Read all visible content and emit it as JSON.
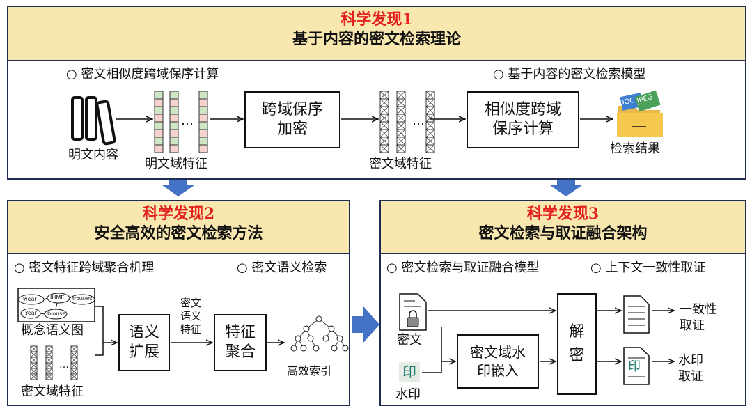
{
  "panel1": {
    "title_red": "科学发现1",
    "title": "基于内容的密文检索理论",
    "bullet_left": "○ 密文相似度跨域保序计算",
    "bullet_right": "○ 基于内容的密文检索模型",
    "plaintext_label": "明文内容",
    "plain_feature_label": "明文域特征",
    "box_encrypt": "跨域保序\n加密",
    "cipher_feature_label": "密文域特征",
    "box_similarity": "相似度跨域\n保序计算",
    "result_label": "检索结果",
    "doc_tag": "DOC",
    "jpeg_tag": "JPEG",
    "dots": "…"
  },
  "panel2": {
    "title_red": "科学发现2",
    "title": "安全高效的密文检索方法",
    "bullet_left": "○ 密文特征跨域聚合机理",
    "bullet_right": "○ 密文语义检索",
    "graph_nodes": [
      "wear",
      "IHME",
      "trousers",
      "Year",
      "blouse"
    ],
    "graph_label": "概念语义图",
    "cipher_feature_label": "密文域特征",
    "box_expand": "语义\n扩展",
    "arrow_text": "密文\n语义\n特征",
    "box_aggregate": "特征\n聚合",
    "index_label": "高效索引",
    "dots": "…"
  },
  "panel3": {
    "title_red": "科学发现3",
    "title": "密文检索与取证融合架构",
    "bullet_left": "○ 密文检索与取证融合模型",
    "bullet_right": "○ 上下文一致性取证",
    "cipher_label": "密文",
    "watermark_label": "水印",
    "watermark_glyph": "印",
    "box_embed": "密文域水\n印嵌入",
    "box_decrypt": "解\n密",
    "out1": "一致性\n取证",
    "out2": "水印\n取证"
  },
  "colors": {
    "title_red": "#e3201b",
    "header_bg": "#f8e7ae",
    "border": "#1f2d55",
    "arrow_blue": "#4472c4",
    "green_cell": "#cfe6c4",
    "pink_cell": "#f6d3cf"
  }
}
